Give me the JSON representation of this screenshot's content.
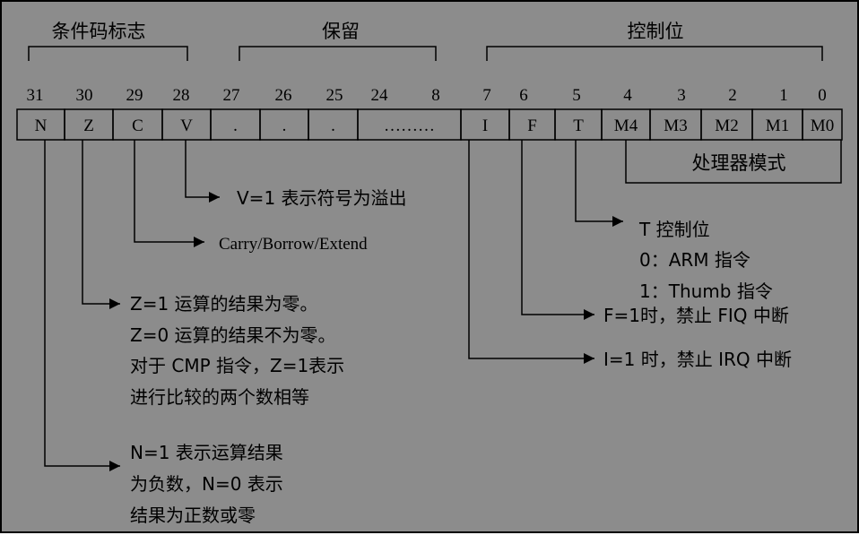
{
  "groups": {
    "flags": "条件码标志",
    "reserved": "保留",
    "control": "控制位"
  },
  "bit_numbers": [
    "31",
    "30",
    "29",
    "28",
    "27",
    "26",
    "25",
    "24",
    "8",
    "7",
    "6",
    "5",
    "4",
    "3",
    "2",
    "1",
    "0"
  ],
  "cells": [
    "N",
    "Z",
    "C",
    "V",
    ".",
    ".",
    ".",
    "………",
    "I",
    "F",
    "T",
    "M4",
    "M3",
    "M2",
    "M1",
    "M0"
  ],
  "mode_label": "处理器模式",
  "annotations": {
    "v": "V=1 表示符号为溢出",
    "c": "Carry/Borrow/Extend",
    "z": [
      "Z=1 运算的结果为零。",
      "Z=0 运算的结果不为零。",
      "对于 CMP 指令，Z=1表示",
      "进行比较的两个数相等"
    ],
    "n": [
      "N=1 表示运算结果",
      "为负数，N=0 表示",
      "结果为正数或零"
    ],
    "t": [
      "T 控制位",
      "0：ARM 指令",
      "1：Thumb 指令"
    ],
    "f": "F=1时，禁止 FIQ 中断",
    "i": "I=1 时，禁止 IRQ 中断"
  },
  "colors": {
    "background": "#8c8c8c",
    "line": "#000000"
  }
}
